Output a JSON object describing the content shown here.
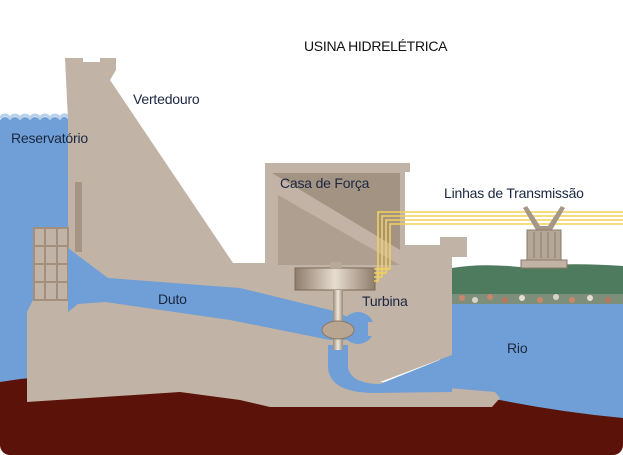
{
  "title": "USINA HIDRELÉTRICA",
  "labels": {
    "spillway": "Vertedouro",
    "reservoir": "Reservatório",
    "powerhouse": "Casa de Força",
    "transmission_lines": "Linhas de Transmissão",
    "penstock": "Duto",
    "turbine": "Turbina",
    "river": "Rio"
  },
  "colors": {
    "water": "#6f9fd6",
    "concrete": "#c1b3a6",
    "ground": "#5a1209",
    "grass": "#4e7a5e",
    "lines": "#f2d15a"
  }
}
